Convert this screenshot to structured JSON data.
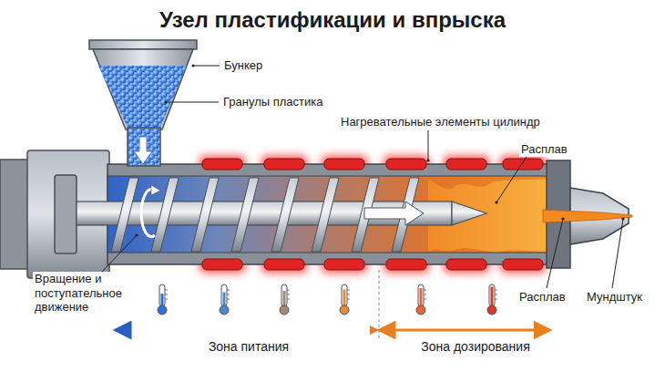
{
  "diagram": {
    "title": "Узел пластификации и впрыска",
    "labels": [
      "Бункер",
      "Гранулы пластика",
      "Нагревательные элементы цилиндр",
      "Расплав",
      "Вращение и поступательное движение",
      "Расплав",
      "Мундштук",
      "Зона питания",
      "Зона дозирования"
    ]
  }
}
